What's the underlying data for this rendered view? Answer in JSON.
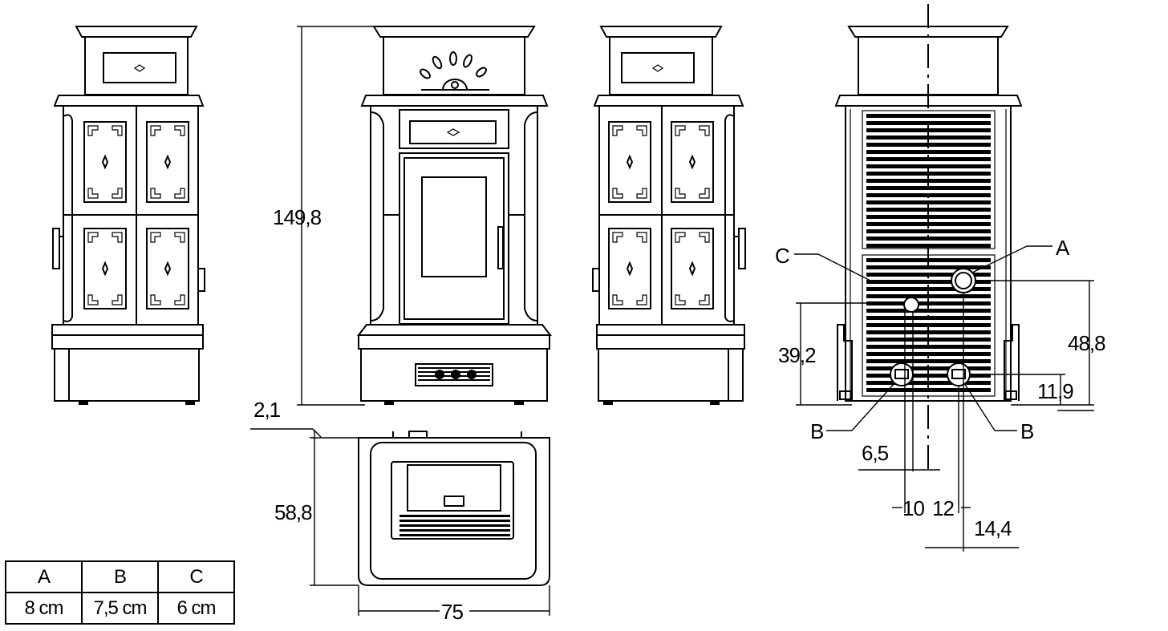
{
  "dimensions": {
    "height_total": "149,8",
    "depth": "58,8",
    "width": "75",
    "top_offset": "2,1",
    "outlet_c_height": "39,2",
    "outlet_a_height": "48,8",
    "outlet_b_height": "11,9",
    "offset_c": "6,5",
    "offset_b_left": "10",
    "offset_b_right": "12",
    "offset_a": "14,4"
  },
  "callouts": {
    "a": "A",
    "b_left": "B",
    "b_right": "B",
    "c": "C"
  },
  "spec_table": {
    "headers": [
      "A",
      "B",
      "C"
    ],
    "values": [
      "8 cm",
      "7,5 cm",
      "6 cm"
    ]
  }
}
